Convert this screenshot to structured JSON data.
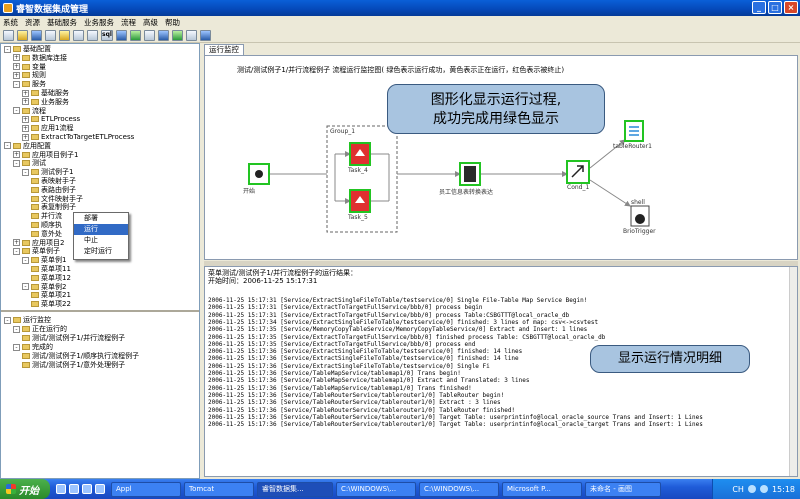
{
  "window": {
    "title": "睿智数据集成管理"
  },
  "menu": [
    "系统",
    "资源",
    "基础服务",
    "业务服务",
    "流程",
    "高级",
    "帮助"
  ],
  "toolbar": {
    "sql_label": "sql"
  },
  "tree_top": [
    {
      "label": "基础配置",
      "level": 0,
      "exp": "-"
    },
    {
      "label": "数据库连接",
      "level": 1,
      "exp": "+"
    },
    {
      "label": "变量",
      "level": 1,
      "exp": "+"
    },
    {
      "label": "规则",
      "level": 1,
      "exp": "+"
    },
    {
      "label": "服务",
      "level": 1,
      "exp": "-"
    },
    {
      "label": "基础服务",
      "level": 2,
      "exp": "+"
    },
    {
      "label": "业务服务",
      "level": 2,
      "exp": "+"
    },
    {
      "label": "流程",
      "level": 1,
      "exp": "-"
    },
    {
      "label": "ETLProcess",
      "level": 2,
      "exp": "+"
    },
    {
      "label": "应用1流程",
      "level": 2,
      "exp": "+"
    },
    {
      "label": "ExtractToTargetETLProcess",
      "level": 2,
      "exp": "+"
    },
    {
      "label": "应用配置",
      "level": 0,
      "exp": "-"
    },
    {
      "label": "应用项目例子1",
      "level": 1,
      "exp": "+"
    },
    {
      "label": "测试",
      "level": 1,
      "exp": "-"
    },
    {
      "label": "测试例子1",
      "level": 2,
      "exp": "-"
    },
    {
      "label": "表映射手子",
      "level": 3,
      "exp": ""
    },
    {
      "label": "表路由例子",
      "level": 3,
      "exp": ""
    },
    {
      "label": "文件映射手子",
      "level": 3,
      "exp": ""
    },
    {
      "label": "表复制例子",
      "level": 3,
      "exp": ""
    },
    {
      "label": "并行流",
      "level": 3,
      "exp": ""
    },
    {
      "label": "顺序执",
      "level": 3,
      "exp": ""
    },
    {
      "label": "意外处",
      "level": 3,
      "exp": ""
    },
    {
      "label": "应用项目2",
      "level": 1,
      "exp": "+"
    },
    {
      "label": "菜单例子",
      "level": 1,
      "exp": "-"
    },
    {
      "label": "菜单例1",
      "level": 2,
      "exp": "-"
    },
    {
      "label": "菜单项11",
      "level": 3,
      "exp": ""
    },
    {
      "label": "菜单项12",
      "level": 3,
      "exp": ""
    },
    {
      "label": "菜单例2",
      "level": 2,
      "exp": "-"
    },
    {
      "label": "菜单项21",
      "level": 3,
      "exp": ""
    },
    {
      "label": "菜单项22",
      "level": 3,
      "exp": ""
    }
  ],
  "context_menu": [
    "部署",
    "运行",
    "中止",
    "定时运行"
  ],
  "context_selected": 1,
  "tree_bottom": [
    {
      "label": "运行监控",
      "level": 0,
      "exp": "-"
    },
    {
      "label": "正在运行的",
      "level": 1,
      "exp": "-"
    },
    {
      "label": "测试/测试例子1/并行流程例子",
      "level": 2,
      "exp": ""
    },
    {
      "label": "完成的",
      "level": 1,
      "exp": "-"
    },
    {
      "label": "测试/测试例子1/顺序执行流程例子",
      "level": 2,
      "exp": ""
    },
    {
      "label": "测试/测试例子1/意外处理例子",
      "level": 2,
      "exp": ""
    }
  ],
  "monitor": {
    "tab": "运行监控",
    "title": "测试/测试例子1/并行流程例子 流程运行监控图( 绿色表示运行成功，黄色表示正在运行，红色表示被终止)",
    "group_label": "Group_1",
    "nodes": {
      "start": "开始",
      "task4": "Task_4",
      "task5": "Task_5",
      "employee": "员工信息表转换表达",
      "cond": "Cond_1",
      "router": "tableRouter1",
      "brio": "BrioTrigger",
      "shell": "shell"
    },
    "callout1": [
      "图形化显示运行过程,",
      "成功完成用绿色显示"
    ],
    "callout2": "显示运行情况明细",
    "colors": {
      "success": "#22c422",
      "running": "#f0d020",
      "stopped": "#e02020",
      "callout": "#a8c4e0"
    }
  },
  "log": {
    "header": "菜单测试/测试例子1/并行流程例子的运行结果：",
    "start_time": "开始时间：2006-11-25 15:17:31",
    "lines": [
      "2006-11-25 15:17:31       [Service/ExtractSingleFileToTable/testservice/0] Single        File-Table Map Service Begin!",
      "2006-11-25 15:17:31       [Service/ExtractToTargetFullService/bbb/0] process begin",
      "2006-11-25 15:17:31       [Service/ExtractToTargetFullService/bbb/0] process Table:CSBGTTT@local_oracle_db",
      "2006-11-25 15:17:34       [Service/ExtractSingleFileToTable/testservice/0] finished: 3        lines of map: csv<->csvtest",
      "2006-11-25 15:17:35       [Service/MemoryCopyTableService/MemoryCopyTableService/0]        Extract and Insert: 1 lines",
      "2006-11-25 15:17:35       [Service/ExtractToTargetFullService/bbb/0] finished process        Table: CSBGTTT@local_oracle_db",
      "2006-11-25 15:17:35       [Service/ExtractToTargetFullService/bbb/0] process end",
      "2006-11-25 15:17:36       [Service/ExtractSingleFileToTable/testservice/0] finished: 14         lines",
      "2006-11-25 15:17:36       [Service/ExtractSingleFileToTable/testservice/0] finished: 14         line",
      "2006-11-25 15:17:36       [Service/ExtractSingleFileToTable/testservice/0] Single         Fi",
      "2006-11-25 15:17:36 [Service/TableMapService/tablemap1/0]         Trans begin!",
      "2006-11-25 15:17:36 [Service/TableMapService/tablemap1/0]         Extract and Translated: 3 lines",
      "2006-11-25 15:17:36 [Service/TableMapService/tablemap1/0]         Trans finished!",
      "2006-11-25 15:17:36       [Service/TableRouterService/tablerouter1/0] TableRouter begin!",
      "2006-11-25 15:17:36       [Service/TableRouterService/tablerouter1/0] Extract : 3 lines",
      "2006-11-25 15:17:36       [Service/TableRouterService/tablerouter1/0] TableRouter finished!",
      "2006-11-25 15:17:36       [Service/TableRouterService/tablerouter1/0] Target Table:        userprintinfo@local_oracle_source Trans and Insert: 1 Lines",
      "2006-11-25 15:17:36       [Service/TableRouterService/tablerouter1/0] Target Table:        userprintinfo@local_oracle_target Trans and Insert: 1 Lines"
    ]
  },
  "taskbar": {
    "start": "开始",
    "tasks": [
      "Appl",
      "Tomcat",
      "睿智数据集...",
      "C:\\WINDOWS\\...",
      "C:\\WINDOWS\\...",
      "Microsoft P...",
      "未命名 - 画图"
    ],
    "active_task": 2,
    "lang": "CH",
    "time": "15:18"
  }
}
